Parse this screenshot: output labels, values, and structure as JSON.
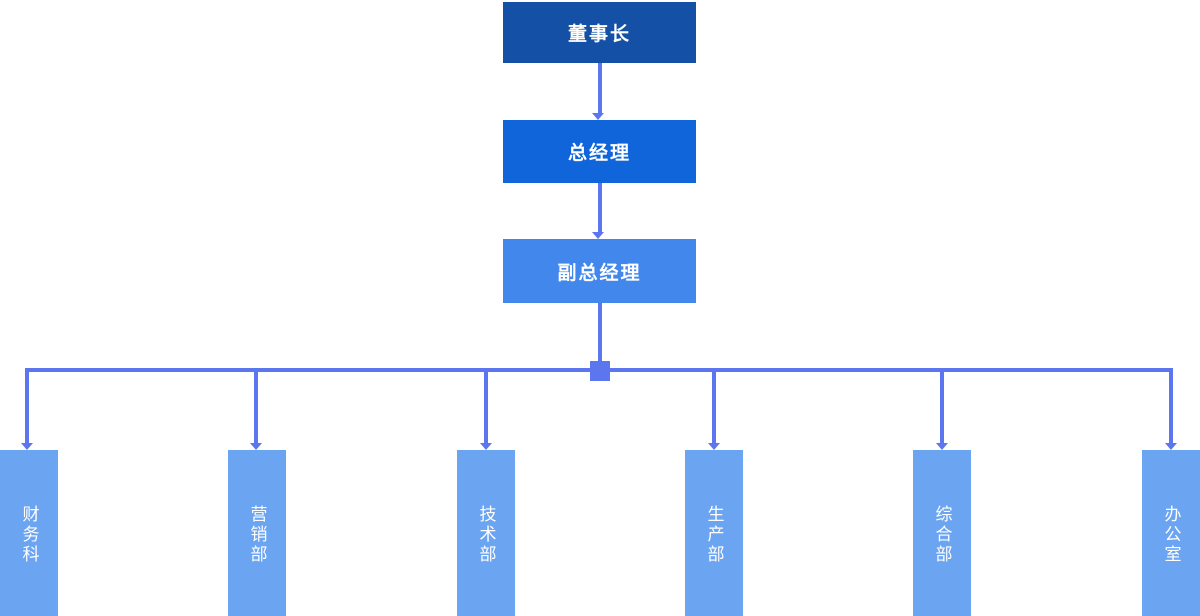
{
  "colors": {
    "level1": "#1451A6",
    "level2": "#1165DA",
    "level3": "#4288EC",
    "department": "#6BA4F1",
    "connector": "#5C76EF",
    "node_text": "#FFFFFF",
    "background": "#FFFFFF"
  },
  "org": {
    "levels": [
      "董事长",
      "总经理",
      "副总经理"
    ],
    "departments": [
      "财务科",
      "营销部",
      "技术部",
      "生产部",
      "综合部",
      "办公室"
    ]
  }
}
